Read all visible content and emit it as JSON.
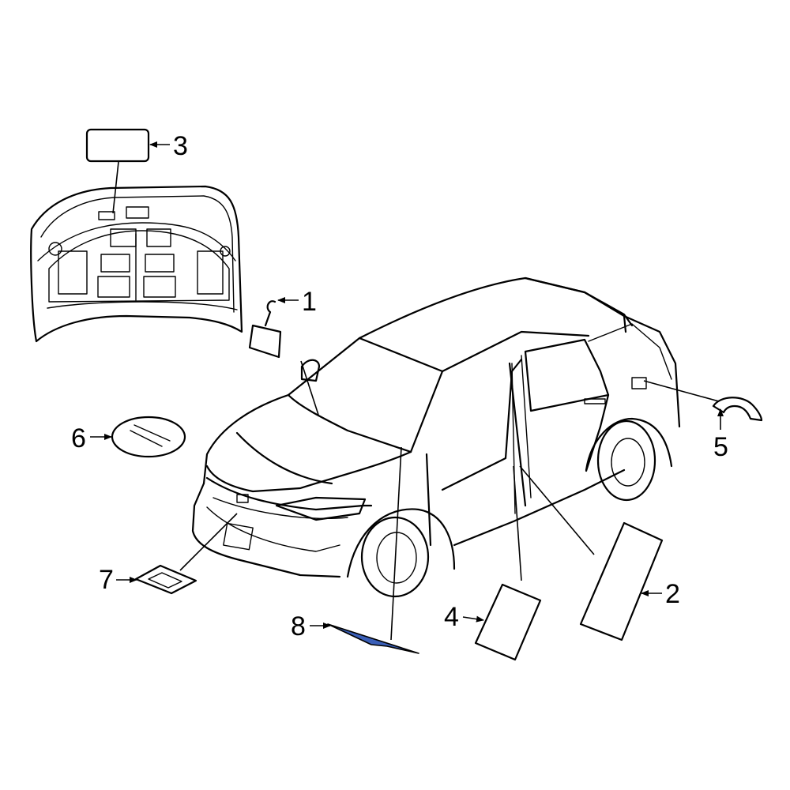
{
  "colors": {
    "line": "#000000",
    "highlight": "#3a5fb8",
    "background": "#ffffff"
  },
  "callouts": {
    "c1": "1",
    "c2": "2",
    "c3": "3",
    "c4": "4",
    "c5": "5",
    "c6": "6",
    "c7": "7",
    "c8": "8"
  },
  "highlighted_part": "8"
}
